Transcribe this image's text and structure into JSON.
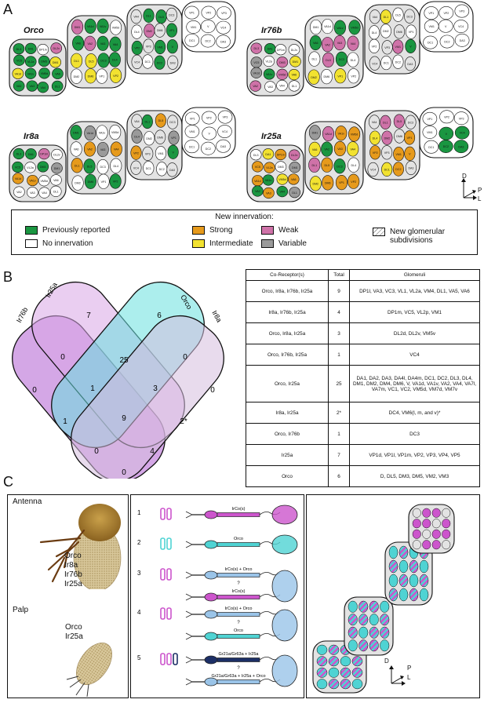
{
  "panels": {
    "a": "A",
    "b": "B",
    "c": "C"
  },
  "panel_a": {
    "genes": [
      "Orco",
      "Ir76b",
      "Ir8a",
      "Ir25a"
    ],
    "glomeruli_sample": [
      "DL3",
      "DA1",
      "DP1m",
      "DL2v",
      "VC5",
      "VL2a",
      "DM3",
      "DM1",
      "VA1d",
      "VA1v",
      "VM5d",
      "VA6",
      "VA2",
      "VA3",
      "VA4",
      "DL1",
      "DL5",
      "DC3",
      "DL4",
      "DM2",
      "DM6",
      "VP1",
      "VP2",
      "VP3",
      "VM1",
      "V",
      "VC4",
      "DC1",
      "DC2",
      "DA3"
    ],
    "axes": {
      "d": "D",
      "p": "P",
      "l": "L"
    }
  },
  "legend": {
    "title": "New innervation:",
    "items": [
      {
        "label": "Previously reported",
        "color": "#1a9641"
      },
      {
        "label": "No innervation",
        "color": "#ffffff"
      },
      {
        "label": "Strong",
        "color": "#e69a1c"
      },
      {
        "label": "Intermediate",
        "color": "#f2e230"
      },
      {
        "label": "Weak",
        "color": "#cf72a8"
      },
      {
        "label": "Variable",
        "color": "#9a9a9a"
      },
      {
        "label": "New glomerular subdivisions",
        "color": "hatched"
      }
    ]
  },
  "venn": {
    "sets": [
      "Ir76b",
      "Ir25a",
      "Orco",
      "Ir8a"
    ],
    "set_colors": [
      "#b05fd1",
      "#d8a5e6",
      "#68e0de",
      "#d6bedf"
    ],
    "regions": [
      {
        "label": "Ir76b only",
        "value": "0"
      },
      {
        "label": "Ir25a only",
        "value": "7"
      },
      {
        "label": "Orco only",
        "value": "6"
      },
      {
        "label": "Ir8a only",
        "value": "0"
      },
      {
        "label": "Ir76b+Ir25a",
        "value": "0"
      },
      {
        "label": "Ir25a+Orco",
        "value": "25"
      },
      {
        "label": "Orco+Ir8a",
        "value": "0"
      },
      {
        "label": "Ir76b+Ir25a+Orco",
        "value": "1"
      },
      {
        "label": "Ir25a+Orco+Ir8a",
        "value": "3"
      },
      {
        "label": "Ir76b+Orco",
        "value": "1"
      },
      {
        "label": "all four",
        "value": "9"
      },
      {
        "label": "Ir25a+Ir8a",
        "value": "2*"
      },
      {
        "label": "Ir76b+Orco+Ir8a",
        "value": "0"
      },
      {
        "label": "Ir76b+Ir25a+Ir8a",
        "value": "4"
      },
      {
        "label": "Ir76b+Ir8a",
        "value": "0"
      }
    ]
  },
  "table": {
    "headers": [
      "Co-Receptor(s)",
      "Total",
      "Glomeruli"
    ],
    "rows": [
      {
        "coreceptors": "Orco, Ir8a, Ir76b, Ir25a",
        "total": "9",
        "glomeruli": "DP1l, VA3, VC3, VL1, VL2a, VM4, DL1, VA5, VA6"
      },
      {
        "coreceptors": "Ir8a, Ir76b, Ir25a",
        "total": "4",
        "glomeruli": "DP1m, VC5, VL2p, VM1"
      },
      {
        "coreceptors": "Orco, Ir8a, Ir25a",
        "total": "3",
        "glomeruli": "DL2d, DL2v, VM5v"
      },
      {
        "coreceptors": "Orco, Ir76b, Ir25a",
        "total": "1",
        "glomeruli": "VC4"
      },
      {
        "coreceptors": "Orco, Ir25a",
        "total": "25",
        "glomeruli": "DA1, DA2, DA3, DA4l, DA4m, DC1, DC2, DL3, DL4, DM1, DM2, DM4, DM6, V, VA1d, VA1v, VA2, VA4, VA7l, VA7m, VC1, VC2, VM5d, VM7d, VM7v"
      },
      {
        "coreceptors": "Ir8a, Ir25a",
        "total": "2*",
        "glomeruli": "DC4, VM6(l, m, and v)*"
      },
      {
        "coreceptors": "Orco, Ir76b",
        "total": "1",
        "glomeruli": "DC3"
      },
      {
        "coreceptors": "Ir25a",
        "total": "7",
        "glomeruli": "VP1d, VP1l, VP1m, VP2, VP3, VP4, VP5"
      },
      {
        "coreceptors": "Orco",
        "total": "6",
        "glomeruli": "D, DL5, DM3, DM5, VM2, VM3"
      }
    ]
  },
  "panel_c": {
    "antenna_label": "Antenna",
    "antenna_receptors": [
      "Orco",
      "Ir8a",
      "Ir76b",
      "Ir25a"
    ],
    "palp_label": "Palp",
    "palp_receptors": [
      "Orco",
      "Ir25a"
    ],
    "models": [
      {
        "num": "1",
        "labels": [
          "IrCo(s)"
        ]
      },
      {
        "num": "2",
        "labels": [
          "Orco"
        ]
      },
      {
        "num": "3",
        "labels": [
          "IrCo(s) + Orco",
          "?",
          "IrCo(s)"
        ]
      },
      {
        "num": "4",
        "labels": [
          "IrCo(s) + Orco",
          "?",
          "Orco"
        ]
      },
      {
        "num": "5",
        "labels": [
          "Gr21a/Gr63a + Ir25a",
          "?",
          "Gr21a/Gr63a + Ir25a + Orco"
        ]
      }
    ],
    "axes": {
      "d": "D",
      "p": "P",
      "l": "L"
    },
    "colors": {
      "ir": "#cc55cc",
      "orco": "#4fd3d3",
      "gr": "#1c2f66",
      "mix": "#9ac4e8"
    }
  }
}
